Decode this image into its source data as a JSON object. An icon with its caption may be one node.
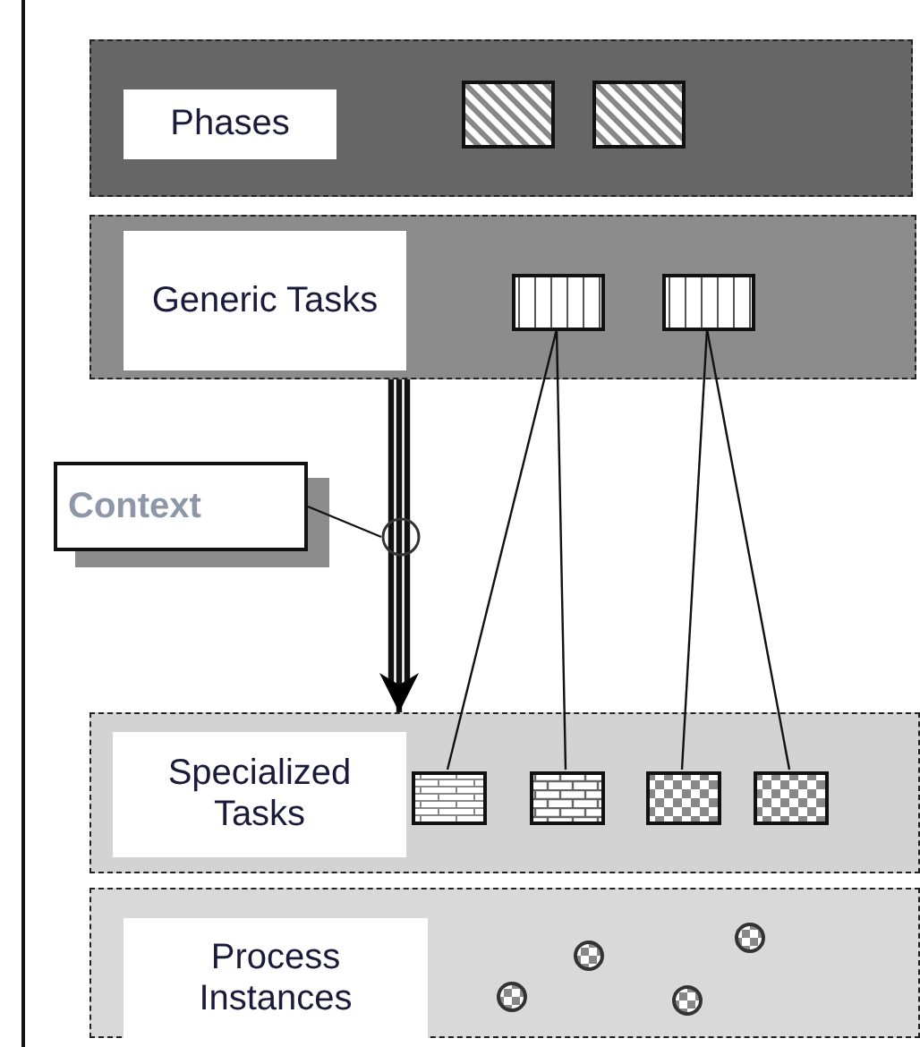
{
  "diagram": {
    "nodes": [
      {
        "text": [
          "Phases"
        ]
      },
      {
        "text": [],
        "shape": "box",
        "in": 0
      },
      {
        "text": [],
        "shape": "box",
        "in": 0
      },
      {
        "text": [
          "Generic Tasks"
        ]
      },
      {
        "text": [],
        "shape": "box",
        "in": 3
      },
      {
        "text": [],
        "shape": "box",
        "in": 3
      },
      {
        "text": [
          "Context"
        ]
      },
      {
        "text": [
          "Specialized Tasks"
        ]
      },
      {
        "text": [],
        "shape": "box",
        "in": 7
      },
      {
        "text": [],
        "shape": "box",
        "in": 7
      },
      {
        "text": [],
        "shape": "box",
        "in": 7
      },
      {
        "text": [],
        "shape": "box",
        "in": 7
      },
      {
        "text": [
          "Process Instances"
        ]
      },
      {
        "text": [],
        "shape": "circle",
        "in": 12
      },
      {
        "text": [],
        "shape": "circle",
        "in": 12
      },
      {
        "text": [],
        "shape": "circle",
        "in": 12
      },
      {
        "text": [],
        "shape": "circle",
        "in": 12
      }
    ],
    "edges": [
      {
        "from": 3,
        "to": 7,
        "arrow": "to",
        "style": "thick"
      },
      {
        "from": 6,
        "to": null,
        "arrow": "none"
      },
      {
        "from": 4,
        "to": 8,
        "arrow": "none"
      },
      {
        "from": 4,
        "to": 9,
        "arrow": "none"
      },
      {
        "from": 5,
        "to": 10,
        "arrow": "none"
      },
      {
        "from": 5,
        "to": 11,
        "arrow": "none"
      }
    ]
  }
}
